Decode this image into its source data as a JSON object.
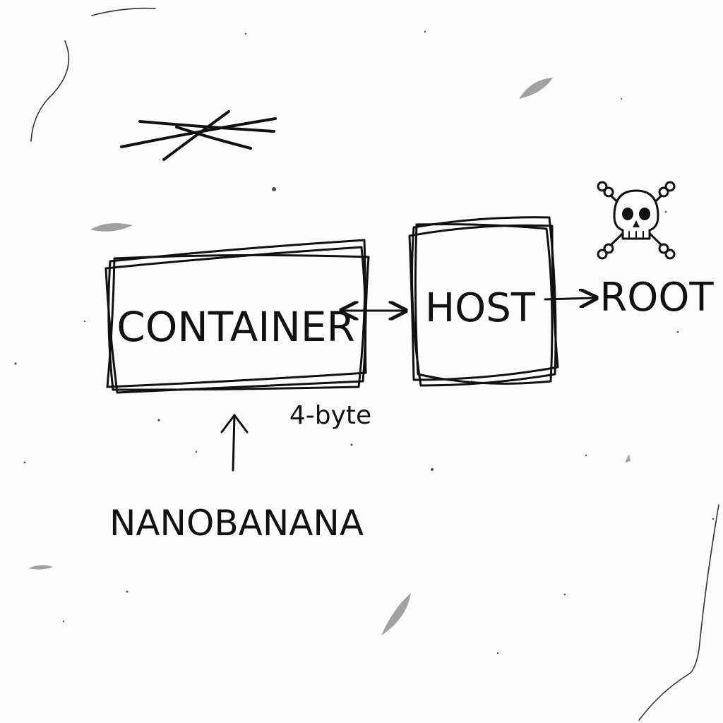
{
  "diagram": {
    "nodes": {
      "container": {
        "label": "CONTAINER"
      },
      "host": {
        "label": "HOST"
      },
      "root": {
        "label": "ROOT"
      }
    },
    "annotations": {
      "payload": "4-byte",
      "source": "NANOBANANA"
    },
    "icons": {
      "danger": "skull-crossbones-icon",
      "scribble": "crossed-lines-scribble"
    },
    "colors": {
      "ink": "#111111",
      "paper": "#fdfdfc"
    }
  }
}
